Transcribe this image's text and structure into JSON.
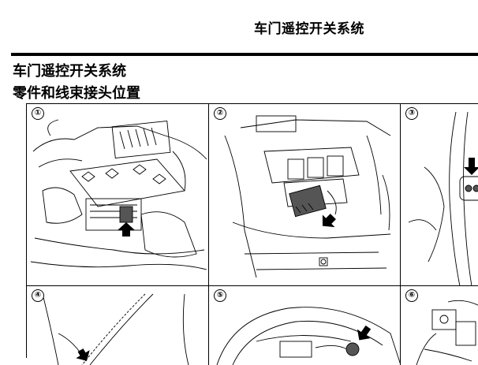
{
  "header": {
    "title": "车门遥控开关系统"
  },
  "section": {
    "title": "车门遥控开关系统",
    "subtitle": "零件和线束接头位置"
  },
  "figure": {
    "panels": [
      {
        "label": "①"
      },
      {
        "label": "②"
      },
      {
        "label": "③"
      },
      {
        "label": "④"
      },
      {
        "label": "⑤"
      },
      {
        "label": "⑥"
      }
    ]
  }
}
